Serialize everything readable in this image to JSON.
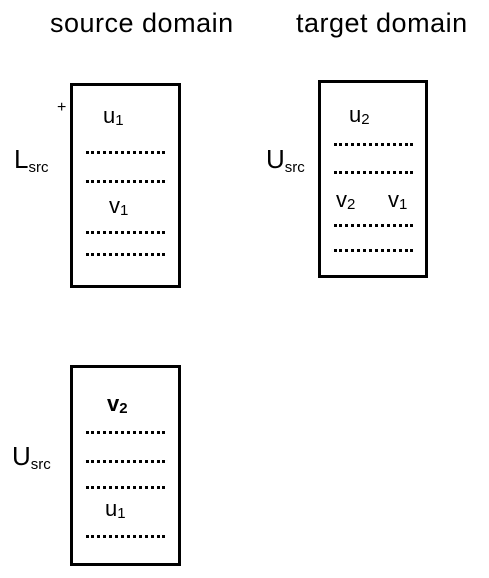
{
  "headings": {
    "source": "source domain",
    "target": "target domain"
  },
  "source_top": {
    "label_main": "L",
    "label_sub": "src",
    "sup": "+",
    "var1_main": "u",
    "var1_sub": "1",
    "var2_main": "v",
    "var2_sub": "1"
  },
  "target": {
    "label_main": "U",
    "label_sub": "src",
    "var1_main": "u",
    "var1_sub": "2",
    "var2_main": "v",
    "var2_sub": "2",
    "var3_main": "v",
    "var3_sub": "1"
  },
  "source_bottom": {
    "label_main": "U",
    "label_sub": "src",
    "var1_main": "v",
    "var1_sub": "2",
    "var2_main": "u",
    "var2_sub": "1"
  }
}
